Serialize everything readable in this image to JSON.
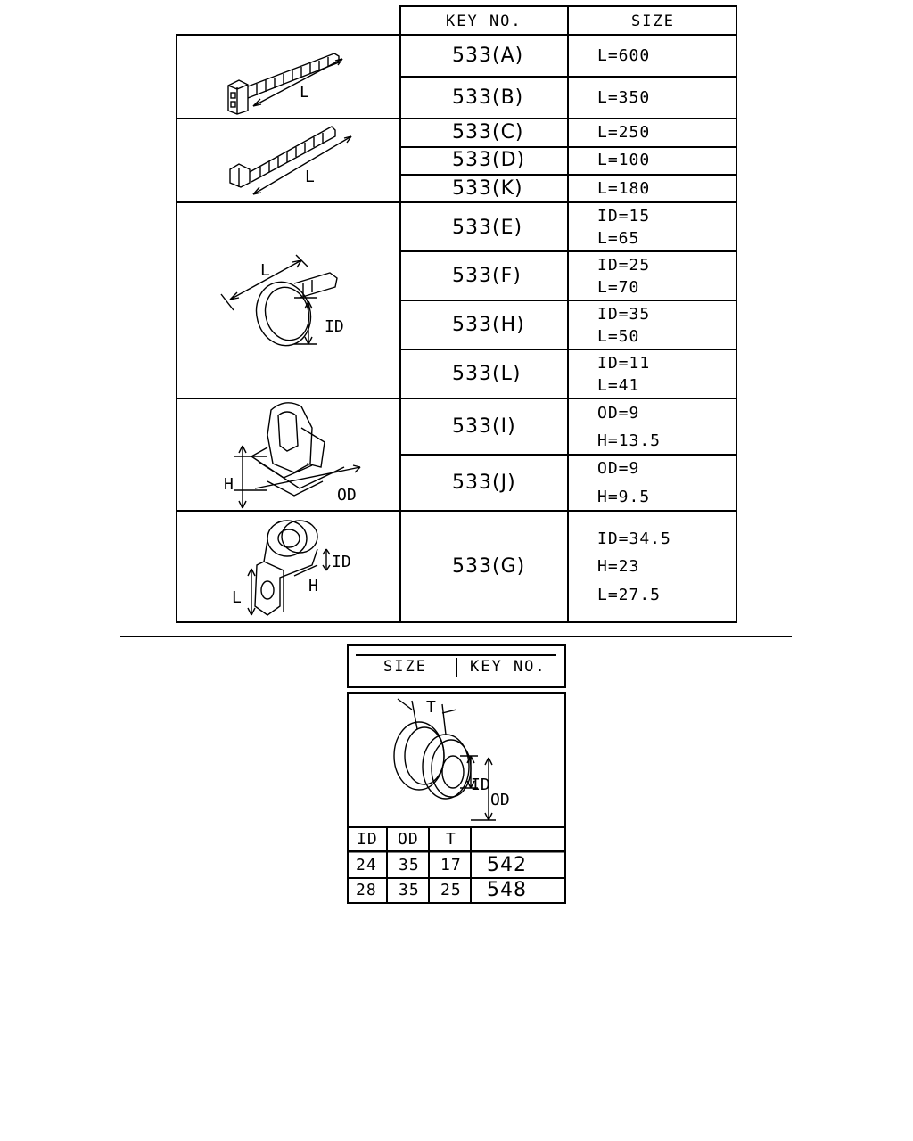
{
  "main_table": {
    "header": {
      "key_no": "KEY NO.",
      "size": "SIZE"
    },
    "rows": [
      {
        "key": "533(A)",
        "size": [
          "L=600"
        ]
      },
      {
        "key": "533(B)",
        "size": [
          "L=350"
        ]
      },
      {
        "key": "533(C)",
        "size": [
          "L=250"
        ]
      },
      {
        "key": "533(D)",
        "size": [
          "L=100"
        ]
      },
      {
        "key": "533(K)",
        "size": [
          "L=180"
        ]
      },
      {
        "key": "533(E)",
        "size": [
          "ID=15",
          "L=65"
        ]
      },
      {
        "key": "533(F)",
        "size": [
          "ID=25",
          "L=70"
        ]
      },
      {
        "key": "533(H)",
        "size": [
          "ID=35",
          "L=50"
        ]
      },
      {
        "key": "533(L)",
        "size": [
          "ID=11",
          "L=41"
        ]
      },
      {
        "key": "533(I)",
        "size": [
          "OD=9",
          "H=13.5"
        ]
      },
      {
        "key": "533(J)",
        "size": [
          "OD=9",
          "H=9.5"
        ]
      },
      {
        "key": "533(G)",
        "size": [
          "ID=34.5",
          "H=23",
          "L=27.5"
        ]
      }
    ],
    "illustration_labels": {
      "tie_long_L": "L",
      "tie_short_L": "L",
      "band_L": "L",
      "band_ID": "ID",
      "clip_H": "H",
      "clip_OD": "OD",
      "clamp_ID": "ID",
      "clamp_H": "H",
      "clamp_L": "L"
    }
  },
  "grommet_table": {
    "header": {
      "size": "SIZE",
      "key_no": "KEY NO."
    },
    "illustration_labels": {
      "T": "T",
      "ID": "ID",
      "OD": "OD"
    },
    "columns": [
      "ID",
      "OD",
      "T",
      ""
    ],
    "rows": [
      {
        "id": "24",
        "od": "35",
        "t": "17",
        "key": "542"
      },
      {
        "id": "28",
        "od": "35",
        "t": "25",
        "key": "548"
      }
    ]
  }
}
